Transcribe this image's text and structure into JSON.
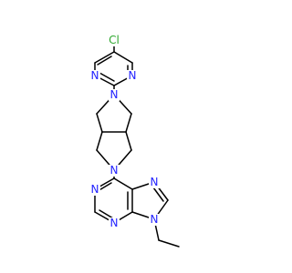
{
  "molecule": {
    "atoms": {
      "cl": {
        "symbol": "Cl",
        "color": "#2fa82f"
      },
      "n_pyr_left": {
        "symbol": "N",
        "color": "#2323ff"
      },
      "n_pyr_right": {
        "symbol": "N",
        "color": "#2323ff"
      },
      "n_pyrrolidine_top": {
        "symbol": "N",
        "color": "#2323ff"
      },
      "n_pyrrolidine_bottom": {
        "symbol": "N",
        "color": "#2323ff"
      },
      "n_purine_1": {
        "symbol": "N",
        "color": "#2323ff"
      },
      "n_purine_3": {
        "symbol": "N",
        "color": "#2323ff"
      },
      "n_purine_7": {
        "symbol": "N",
        "color": "#2323ff"
      },
      "n_purine_9": {
        "symbol": "N",
        "color": "#2323ff"
      }
    },
    "bond_color": "#000000",
    "background": "#ffffff"
  }
}
